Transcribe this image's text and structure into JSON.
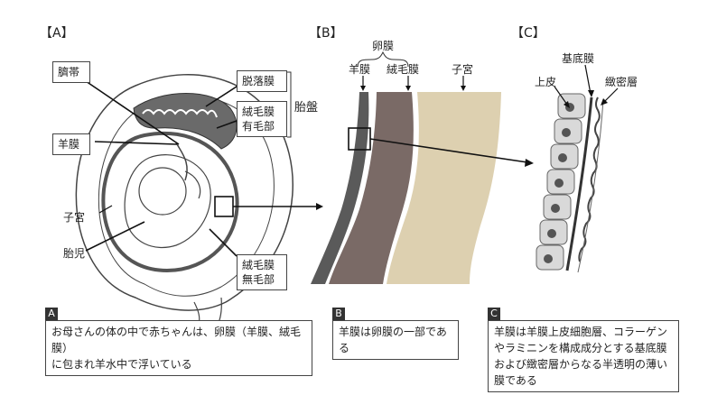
{
  "panels": {
    "a": {
      "title": "【A】",
      "labels": {
        "umbilical_cord": "臍帯",
        "decidua": "脱落膜",
        "chorion_frondosum": "絨毛膜\n有毛部",
        "placenta": "胎盤",
        "amnion": "羊膜",
        "uterus": "子宮",
        "fetus": "胎児",
        "chorion_laeve": "絨毛膜\n無毛部"
      },
      "caption_tag": "A",
      "caption": "お母さんの体の中で赤ちゃんは、卵膜（羊膜、絨毛膜）\nに包まれ羊水中で浮いている"
    },
    "b": {
      "title": "【B】",
      "labels": {
        "fetal_membrane": "卵膜",
        "amnion": "羊膜",
        "chorion": "絨毛膜",
        "uterus": "子宮"
      },
      "caption_tag": "B",
      "caption": "羊膜は卵膜の一部である"
    },
    "c": {
      "title": "【C】",
      "labels": {
        "basement_membrane": "基底膜",
        "epithelium": "上皮",
        "compact_layer": "緻密層"
      },
      "caption_tag": "C",
      "caption": "羊膜は羊膜上皮細胞層、コラーゲン\nやラミニンを構成成分とする基底膜\nおよび緻密層からなる半透明の薄い\n膜である"
    }
  },
  "colors": {
    "amnion_dark": "#5a5a5a",
    "chorion_brown": "#7a6a66",
    "uterus_tan": "#ddd0b0",
    "cell_fill": "#d9d9d9",
    "nucleus": "#555555"
  }
}
